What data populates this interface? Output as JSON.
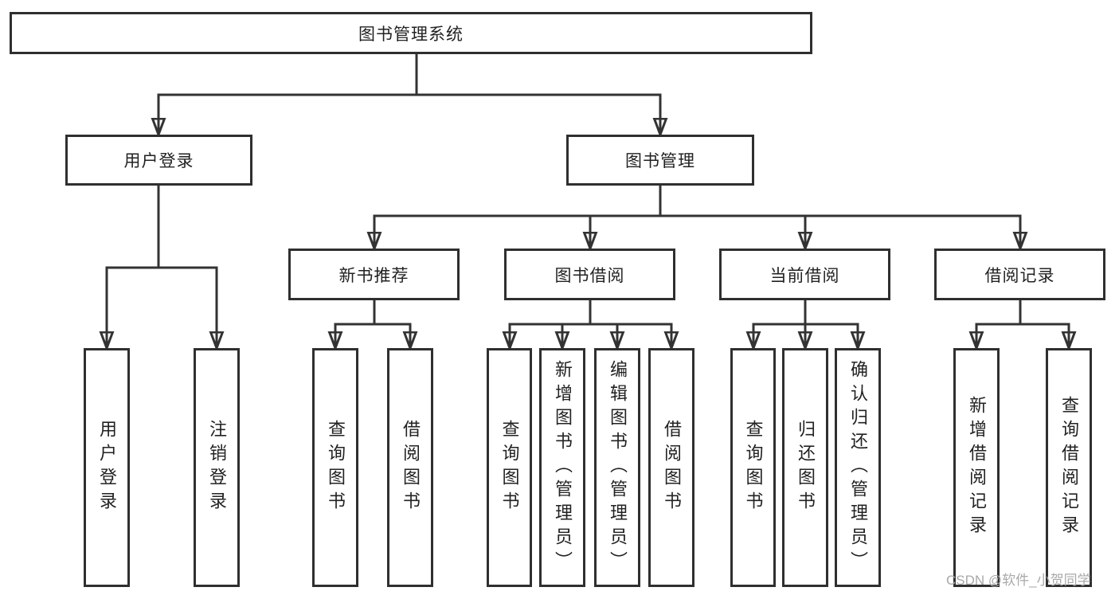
{
  "colors": {
    "background": "#ffffff",
    "box_border": "#2f2f2f",
    "connector_line": "#333333",
    "node_text": "#222222",
    "watermark_text": "#a9a9a9"
  },
  "watermark": {
    "text": "CSDN @软件_小贺同学"
  },
  "tree": {
    "root": {
      "label": "图书管理系统"
    },
    "branches": [
      {
        "label": "用户登录",
        "children": [
          {
            "label": "用户登录"
          },
          {
            "label": "注销登录"
          }
        ]
      },
      {
        "label": "图书管理",
        "children": [
          {
            "label": "新书推荐",
            "children": [
              {
                "label": "查询图书"
              },
              {
                "label": "借阅图书"
              }
            ]
          },
          {
            "label": "图书借阅",
            "children": [
              {
                "label": "查询图书"
              },
              {
                "label": "新增图书（管理员）"
              },
              {
                "label": "编辑图书（管理员）"
              },
              {
                "label": "借阅图书"
              }
            ]
          },
          {
            "label": "当前借阅",
            "children": [
              {
                "label": "查询图书"
              },
              {
                "label": "归还图书"
              },
              {
                "label": "确认归还（管理员）"
              }
            ]
          },
          {
            "label": "借阅记录",
            "children": [
              {
                "label": "新增借阅记录"
              },
              {
                "label": "查询借阅记录"
              }
            ]
          }
        ]
      }
    ]
  }
}
